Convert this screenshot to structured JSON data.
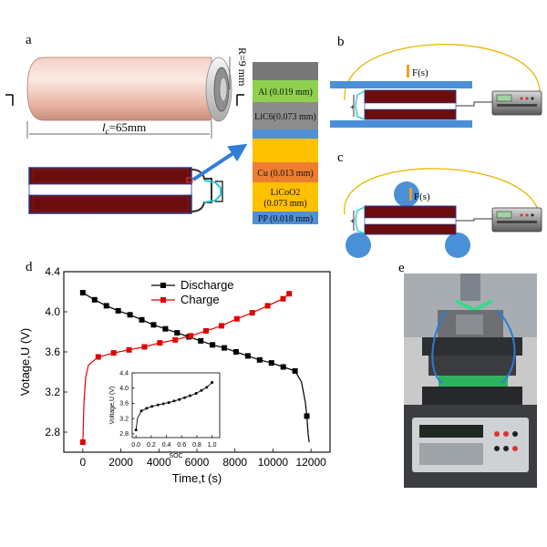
{
  "panels": {
    "a": "a",
    "b": "b",
    "c": "c",
    "d": "d",
    "e": "e"
  },
  "cell": {
    "length_prefix": "l",
    "length_sub": "c",
    "length_value": "=65mm",
    "radius": "R=9 mm"
  },
  "layers": [
    {
      "label": "",
      "color": "#777777"
    },
    {
      "label": "Al (0.019 mm)",
      "color": "#8fd14f"
    },
    {
      "label": "LiC6(0.073 mm)",
      "color": "#8c8c8c"
    },
    {
      "label": "",
      "color": "#4f8fd6"
    },
    {
      "label": "",
      "color": "#ffc000"
    },
    {
      "label": "Cu (0.013 mm)",
      "color": "#ed7d31"
    },
    {
      "label": "LiCoO2",
      "label2": "(0.073 mm)",
      "color": "#ffc000"
    },
    {
      "label": "PP (0.018 mm)",
      "color": "#4f8fd6"
    }
  ],
  "force_label": "F(s)",
  "plus_sign": "+",
  "chart_data": {
    "type": "line",
    "xlabel": "Time,t (s)",
    "ylabel": "Votage,U (V)",
    "xlim": [
      -1000,
      13000
    ],
    "ylim": [
      2.6,
      4.4
    ],
    "xticks": [
      0,
      2000,
      4000,
      6000,
      8000,
      10000,
      12000
    ],
    "yticks": [
      2.8,
      3.2,
      3.6,
      4.0,
      4.4
    ],
    "legend_position": "top-center",
    "series": [
      {
        "name": "Discharge",
        "color": "#000000",
        "marker": "square",
        "points": [
          [
            0,
            4.19
          ],
          [
            620,
            4.12
          ],
          [
            1240,
            4.06
          ],
          [
            1860,
            4.01
          ],
          [
            2480,
            3.97
          ],
          [
            3100,
            3.92
          ],
          [
            3720,
            3.87
          ],
          [
            4340,
            3.83
          ],
          [
            4960,
            3.79
          ],
          [
            5580,
            3.75
          ],
          [
            6200,
            3.71
          ],
          [
            6820,
            3.67
          ],
          [
            7440,
            3.64
          ],
          [
            8060,
            3.6
          ],
          [
            8680,
            3.56
          ],
          [
            9300,
            3.52
          ],
          [
            9920,
            3.49
          ],
          [
            10540,
            3.45
          ],
          [
            11160,
            3.41
          ],
          [
            11780,
            2.96
          ]
        ],
        "curve": [
          [
            0,
            4.19
          ],
          [
            620,
            4.12
          ],
          [
            1240,
            4.06
          ],
          [
            1860,
            4.01
          ],
          [
            2480,
            3.97
          ],
          [
            3100,
            3.92
          ],
          [
            3720,
            3.87
          ],
          [
            4340,
            3.83
          ],
          [
            4960,
            3.79
          ],
          [
            5580,
            3.75
          ],
          [
            6200,
            3.71
          ],
          [
            6820,
            3.67
          ],
          [
            7440,
            3.64
          ],
          [
            8060,
            3.6
          ],
          [
            8680,
            3.56
          ],
          [
            9300,
            3.52
          ],
          [
            9920,
            3.49
          ],
          [
            10540,
            3.45
          ],
          [
            11160,
            3.41
          ],
          [
            11500,
            3.3
          ],
          [
            11700,
            3.1
          ],
          [
            11780,
            2.96
          ],
          [
            11850,
            2.78
          ],
          [
            11900,
            2.7
          ]
        ]
      },
      {
        "name": "Charge",
        "color": "#e00000",
        "marker": "square",
        "points": [
          [
            0,
            2.7
          ],
          [
            810,
            3.55
          ],
          [
            1620,
            3.59
          ],
          [
            2430,
            3.62
          ],
          [
            3240,
            3.65
          ],
          [
            4050,
            3.69
          ],
          [
            4860,
            3.72
          ],
          [
            5670,
            3.76
          ],
          [
            6480,
            3.81
          ],
          [
            7290,
            3.86
          ],
          [
            8100,
            3.93
          ],
          [
            8910,
            3.99
          ],
          [
            9720,
            4.06
          ],
          [
            10530,
            4.13
          ],
          [
            10850,
            4.18
          ]
        ],
        "curve": [
          [
            0,
            2.7
          ],
          [
            60,
            3.1
          ],
          [
            150,
            3.35
          ],
          [
            300,
            3.47
          ],
          [
            810,
            3.55
          ],
          [
            1620,
            3.59
          ],
          [
            2430,
            3.62
          ],
          [
            3240,
            3.65
          ],
          [
            4050,
            3.69
          ],
          [
            4860,
            3.72
          ],
          [
            5670,
            3.76
          ],
          [
            6480,
            3.81
          ],
          [
            7290,
            3.86
          ],
          [
            8100,
            3.93
          ],
          [
            8910,
            3.99
          ],
          [
            9720,
            4.06
          ],
          [
            10530,
            4.13
          ],
          [
            10850,
            4.18
          ]
        ]
      }
    ],
    "inset": {
      "type": "line",
      "xlabel": "SOC",
      "ylabel": "Voltage,U (V)",
      "xlim": [
        -0.05,
        1.1
      ],
      "ylim": [
        2.7,
        4.4
      ],
      "xticks": [
        0.0,
        0.2,
        0.4,
        0.6,
        0.8,
        1.0
      ],
      "yticks": [
        2.8,
        3.2,
        3.6,
        4.0,
        4.4
      ],
      "xtick_labels": [
        "0.0",
        "0.2",
        "0.4",
        "0.6",
        "0.8",
        "1.0"
      ],
      "ytick_labels": [
        "2.8",
        "3.2",
        "3.6",
        "4.0",
        "4.4"
      ],
      "series": [
        {
          "color": "#000000",
          "points": [
            [
              0.0,
              2.9
            ],
            [
              0.07,
              3.4
            ],
            [
              0.14,
              3.47
            ],
            [
              0.21,
              3.52
            ],
            [
              0.29,
              3.56
            ],
            [
              0.36,
              3.59
            ],
            [
              0.43,
              3.62
            ],
            [
              0.5,
              3.66
            ],
            [
              0.57,
              3.7
            ],
            [
              0.64,
              3.75
            ],
            [
              0.71,
              3.8
            ],
            [
              0.79,
              3.86
            ],
            [
              0.86,
              3.94
            ],
            [
              0.93,
              4.02
            ],
            [
              1.0,
              4.15
            ]
          ],
          "curve": [
            [
              0.0,
              2.9
            ],
            [
              0.02,
              3.2
            ],
            [
              0.07,
              3.4
            ],
            [
              0.14,
              3.47
            ],
            [
              0.21,
              3.52
            ],
            [
              0.29,
              3.56
            ],
            [
              0.36,
              3.59
            ],
            [
              0.43,
              3.62
            ],
            [
              0.5,
              3.66
            ],
            [
              0.57,
              3.7
            ],
            [
              0.64,
              3.75
            ],
            [
              0.71,
              3.8
            ],
            [
              0.79,
              3.86
            ],
            [
              0.86,
              3.94
            ],
            [
              0.93,
              4.02
            ],
            [
              1.0,
              4.15
            ]
          ]
        }
      ]
    }
  }
}
